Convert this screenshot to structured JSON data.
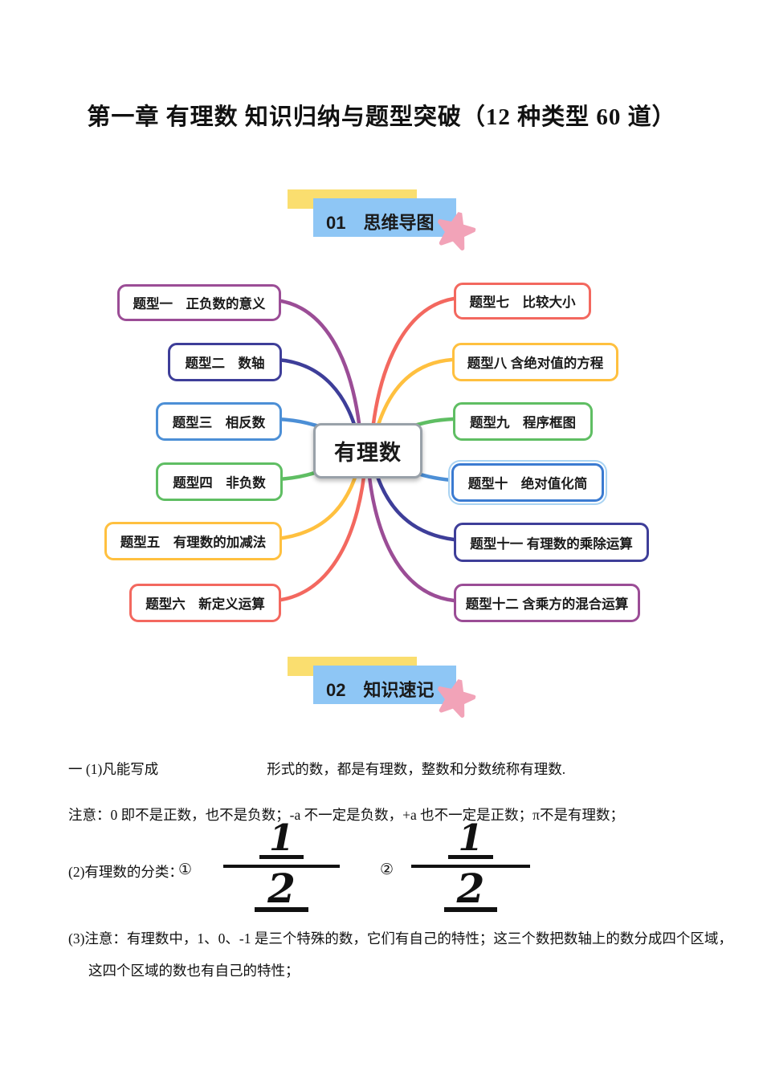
{
  "page": {
    "title": "第一章 有理数 知识归纳与题型突破（12 种类型 60 道）"
  },
  "sections": [
    {
      "label": "01　思维导图"
    },
    {
      "label": "02　知识速记"
    }
  ],
  "mindmap": {
    "center_label": "有理数",
    "nodes": [
      {
        "label": "题型一　正负数的意义",
        "side": "left",
        "color": "#9B4D96"
      },
      {
        "label": "题型二　数轴",
        "side": "left",
        "color": "#3E3E99"
      },
      {
        "label": "题型三　相反数",
        "side": "left",
        "color": "#4C8FD6"
      },
      {
        "label": "题型四　非负数",
        "side": "left",
        "color": "#5FBE63"
      },
      {
        "label": "题型五　有理数的加减法",
        "side": "left",
        "color": "#FFC03F"
      },
      {
        "label": "题型六　新定义运算",
        "side": "left",
        "color": "#F3685F"
      },
      {
        "label": "题型七　比较大小",
        "side": "right",
        "color": "#F3685F"
      },
      {
        "label": "题型八 含绝对值的方程",
        "side": "right",
        "color": "#FFC03F"
      },
      {
        "label": "题型九　程序框图",
        "side": "right",
        "color": "#5FBE63"
      },
      {
        "label": "题型十　绝对值化简",
        "side": "right",
        "color": "#3B7BD1"
      },
      {
        "label": "题型十一 有理数的乘除运算",
        "side": "right",
        "color": "#3E3E99"
      },
      {
        "label": "题型十二 含乘方的混合运算",
        "side": "right",
        "color": "#9B4D96"
      }
    ]
  },
  "notes": {
    "line1_prefix": "一  (1)凡能写成",
    "line1_suffix": "形式的数，都是有理数，整数和分数统称有理数.",
    "line2": "注意：0 即不是正数，也不是负数；-a 不一定是负数，+a 也不一定是正数；π不是有理数；",
    "line3_label": "(2)有理数的分类：",
    "item1_marker": "①",
    "item2_marker": "②",
    "frac1_numerator": "1",
    "frac1_denominator": "2",
    "frac2_numerator": "1",
    "frac2_denominator": "2",
    "line4": "(3)注意：有理数中，1、0、-1 是三个特殊的数，它们有自己的特性；这三个数把数轴上的数分成四个区域，",
    "line5": "这四个区域的数也有自己的特性；"
  },
  "colors": {
    "header_band_yellow": "#FADE6F",
    "header_band_blue": "#8EC6F5",
    "star_pink": "#F2A3B8",
    "center_node_border": "#99A1A9",
    "selected_node_ring": "#A9D3F2"
  }
}
